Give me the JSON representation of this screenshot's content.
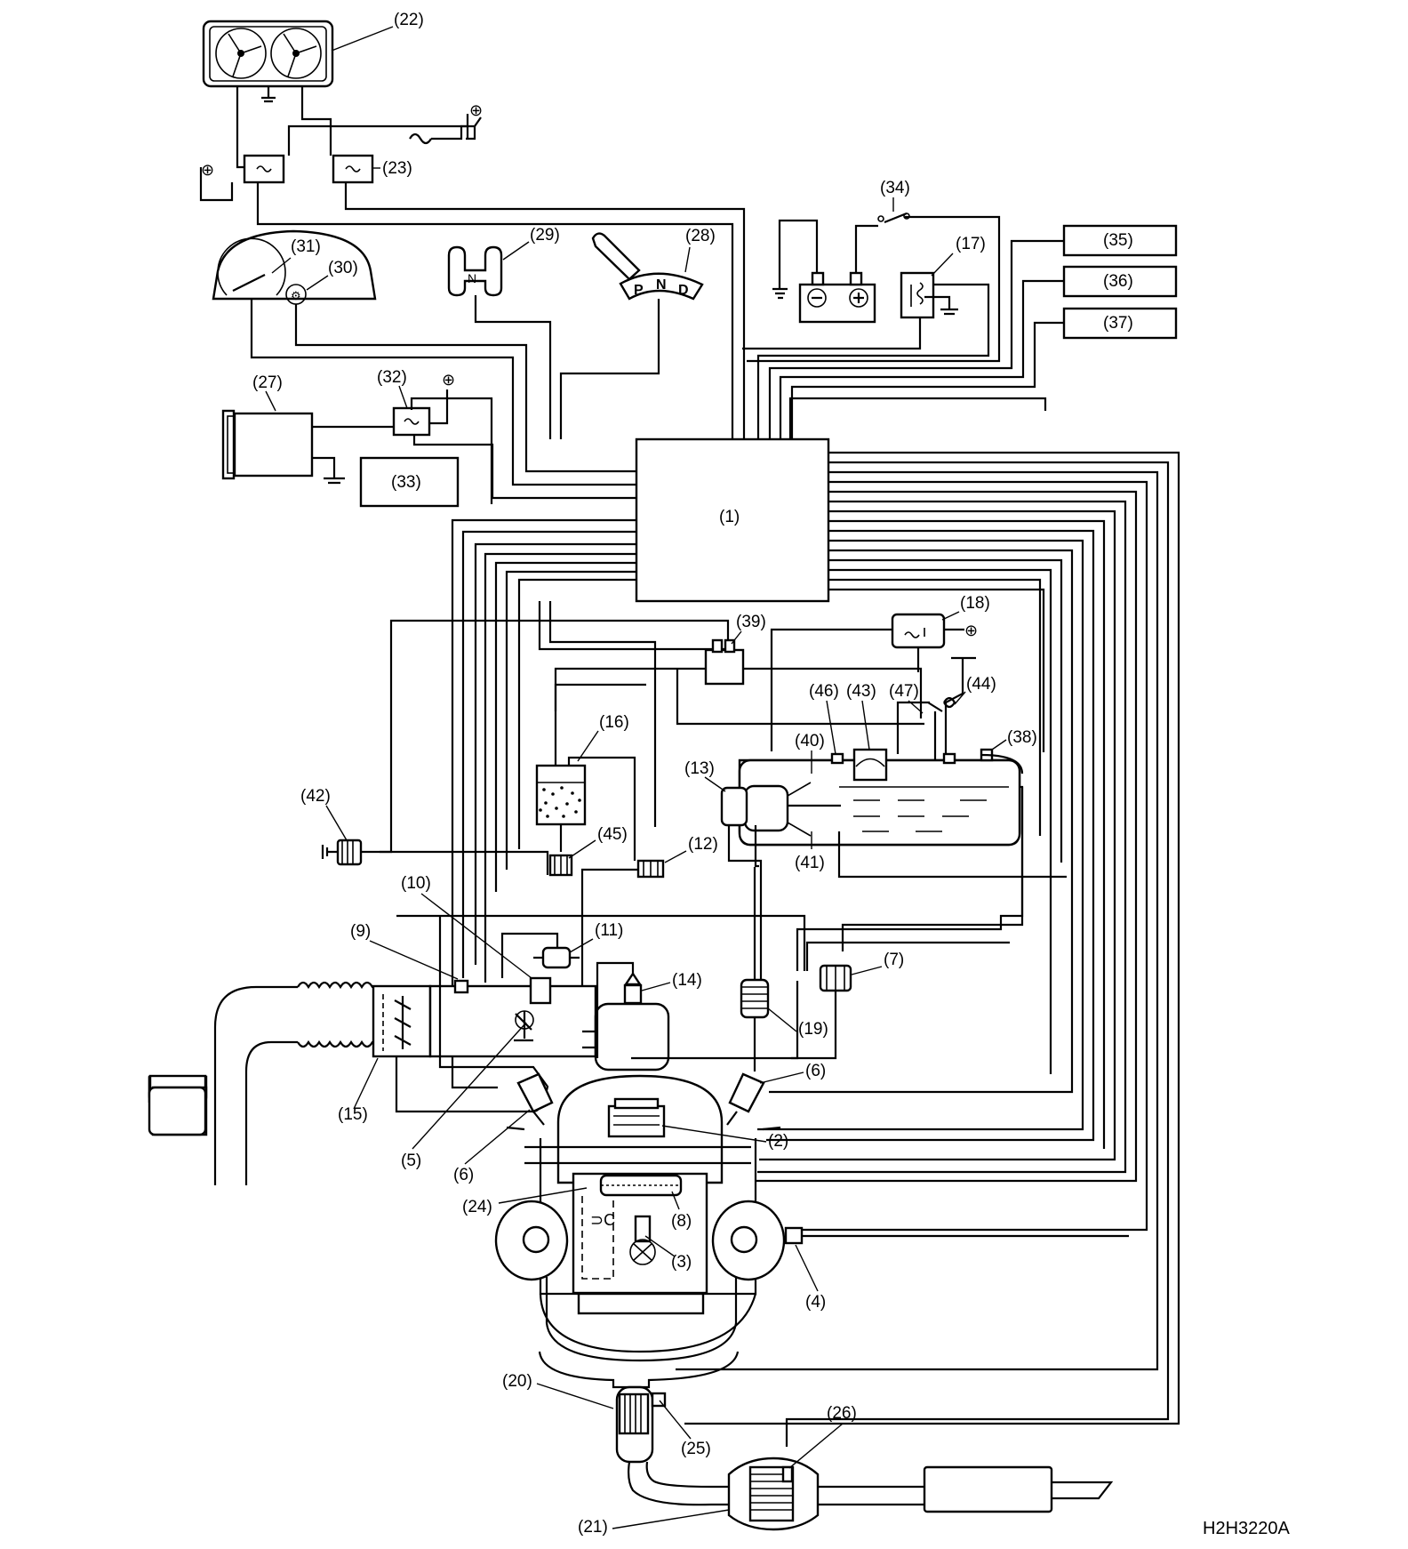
{
  "figure_id": "H2H3220A",
  "labels": {
    "l1": "(1)",
    "l2": "(2)",
    "l3": "(3)",
    "l4": "(4)",
    "l5": "(5)",
    "l6a": "(6)",
    "l6b": "(6)",
    "l7": "(7)",
    "l8": "(8)",
    "l9": "(9)",
    "l10": "(10)",
    "l11": "(11)",
    "l12": "(12)",
    "l13": "(13)",
    "l14": "(14)",
    "l15": "(15)",
    "l16": "(16)",
    "l17": "(17)",
    "l18": "(18)",
    "l19": "(19)",
    "l20": "(20)",
    "l21": "(21)",
    "l22": "(22)",
    "l23": "(23)",
    "l24": "(24)",
    "l25": "(25)",
    "l26": "(26)",
    "l27": "(27)",
    "l28": "(28)",
    "l29": "(29)",
    "l30": "(30)",
    "l31": "(31)",
    "l32": "(32)",
    "l33": "(33)",
    "l34": "(34)",
    "l35": "(35)",
    "l36": "(36)",
    "l37": "(37)",
    "l38": "(38)",
    "l39": "(39)",
    "l40": "(40)",
    "l41": "(41)",
    "l42": "(42)",
    "l43": "(43)",
    "l44": "(44)",
    "l45": "(45)",
    "l46": "(46)",
    "l47": "(47)"
  },
  "shifter_letters": {
    "p": "P",
    "n": "N",
    "d": "D"
  },
  "gear_letter": "N"
}
